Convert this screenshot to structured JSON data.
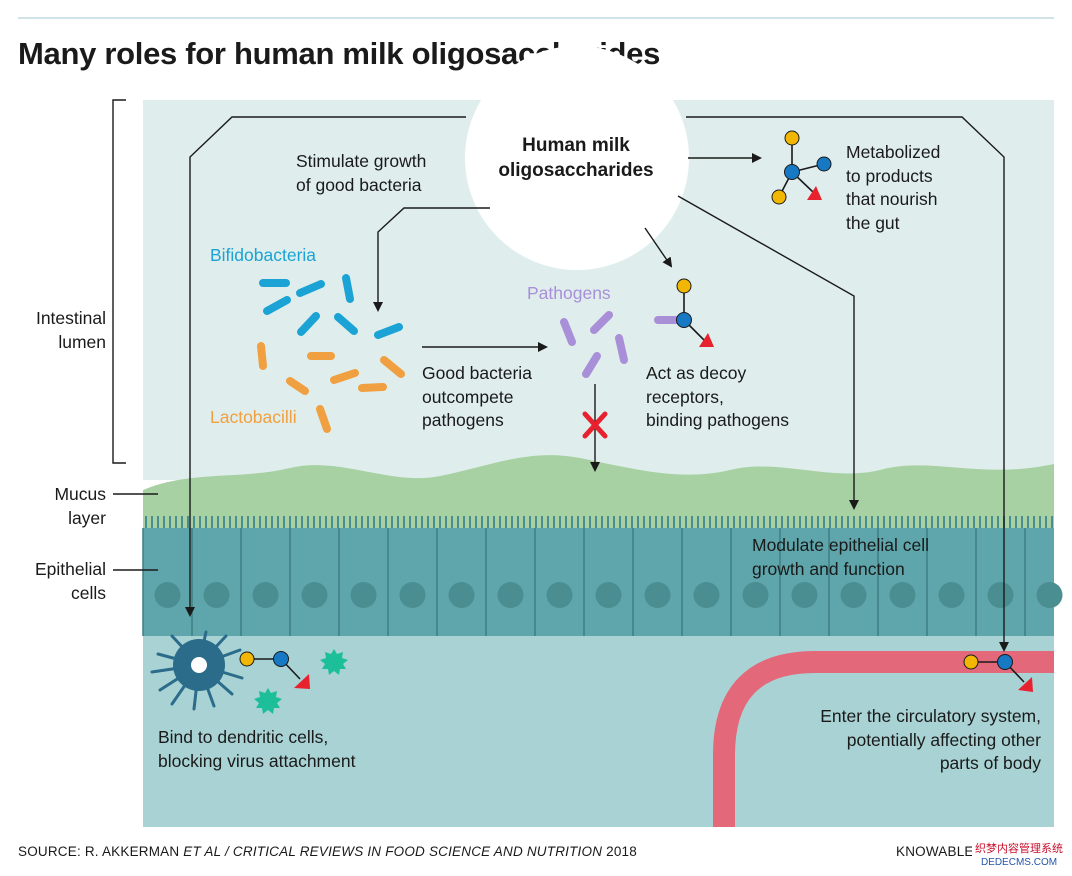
{
  "title": "Many roles for human milk oligosaccharides",
  "hub": {
    "line1": "Human milk",
    "line2": "oligosaccharides"
  },
  "side_labels": {
    "lumen": {
      "line1": "Intestinal",
      "line2": "lumen"
    },
    "mucus": {
      "line1": "Mucus",
      "line2": "layer"
    },
    "epithelial": {
      "line1": "Epithelial",
      "line2": "cells"
    }
  },
  "labels": {
    "stimulate": {
      "line1": "Stimulate growth",
      "line2": "of good bacteria"
    },
    "metabolized": {
      "line1": "Metabolized",
      "line2": "to products",
      "line3": "that nourish",
      "line4": "the gut"
    },
    "bifidobacteria": "Bifidobacteria",
    "lactobacilli": "Lactobacilli",
    "pathogens": "Pathogens",
    "outcompete": {
      "line1": "Good bacteria",
      "line2": "outcompete",
      "line3": "pathogens"
    },
    "decoy": {
      "line1": "Act as decoy",
      "line2": "receptors,",
      "line3": "binding pathogens"
    },
    "modulate": {
      "line1": "Modulate epithelial cell",
      "line2": "growth and function"
    },
    "dendritic": {
      "line1": "Bind to dendritic cells,",
      "line2": "blocking virus attachment"
    },
    "circulatory": {
      "line1": "Enter the circulatory system,",
      "line2": "potentially affecting other",
      "line3": "parts of body"
    }
  },
  "footer": {
    "source_prefix": "SOURCE: R. AKKERMAN ",
    "source_italic": "ET AL / CRITICAL REVIEWS IN FOOD SCIENCE AND NUTRITION",
    "source_year": " 2018",
    "credit": "KNOWABLE"
  },
  "watermark": {
    "line1": "织梦内容管理系统",
    "line2": "DEDECMS.COM"
  },
  "colors": {
    "lumen_bg": "#dfeeed",
    "mucus": "#a7d1a2",
    "epithelium": "#5ea6ab",
    "nucleus": "#4a8e92",
    "tissue": "#a9d2d4",
    "vessel": "#e3697a",
    "bifido": "#1aa3d4",
    "lacto": "#f0a040",
    "pathogen": "#a98fd8",
    "glucose_yellow": "#f2b705",
    "glc_blue": "#1778c4",
    "fucose_red": "#e8212e",
    "dendritic_cell": "#2b6c8a",
    "virus": "#1dbf9b",
    "block_x": "#e8212e"
  }
}
